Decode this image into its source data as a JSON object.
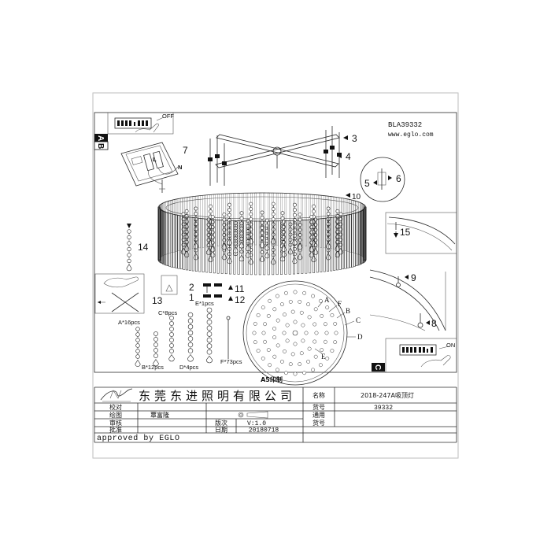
{
  "header": {
    "model_code": "BLA39332",
    "website": "www.eglo.com"
  },
  "tabs": {
    "a": "A",
    "b": "B",
    "c": "C"
  },
  "switch": {
    "off_label": "OFF",
    "on_label": "ON"
  },
  "wiring": {
    "live": "L",
    "neutral": "N"
  },
  "steps": {
    "s1": "1",
    "s2": "2",
    "s3": "3",
    "s4": "4",
    "s5": "5",
    "s6": "6",
    "s7": "7",
    "s8": "8",
    "s9": "9",
    "s10": "10",
    "s11": "11",
    "s12": "12",
    "s13": "13",
    "s14": "14",
    "s15": "15"
  },
  "parts": {
    "a": "A*16pcs",
    "b": "B*12pcs",
    "c": "C*8pcs",
    "d": "D*4pcs",
    "e": "E*1pcs",
    "f": "F*73pcs"
  },
  "bottom_view": {
    "a": "A",
    "b": "B",
    "c": "C",
    "d": "D",
    "e": "E",
    "f": "F"
  },
  "print_note": "A5印制",
  "title_block": {
    "company": "东莞东进照明有限公司",
    "name_label": "名称",
    "name_value": "2018-247A吸顶灯",
    "item_no_label": "货号",
    "item_no_value": "39332",
    "check_label": "校对",
    "drawn_label": "绘图",
    "drawn_by": "覃富隆",
    "general_label": "通用",
    "general_item_label": "货号",
    "review_label": "审核",
    "version_label": "版次",
    "version_value": "V:1.0",
    "approve_label": "批准",
    "date_label": "日期",
    "date_value": "20180718",
    "approved_by": "approved by EGLO"
  }
}
